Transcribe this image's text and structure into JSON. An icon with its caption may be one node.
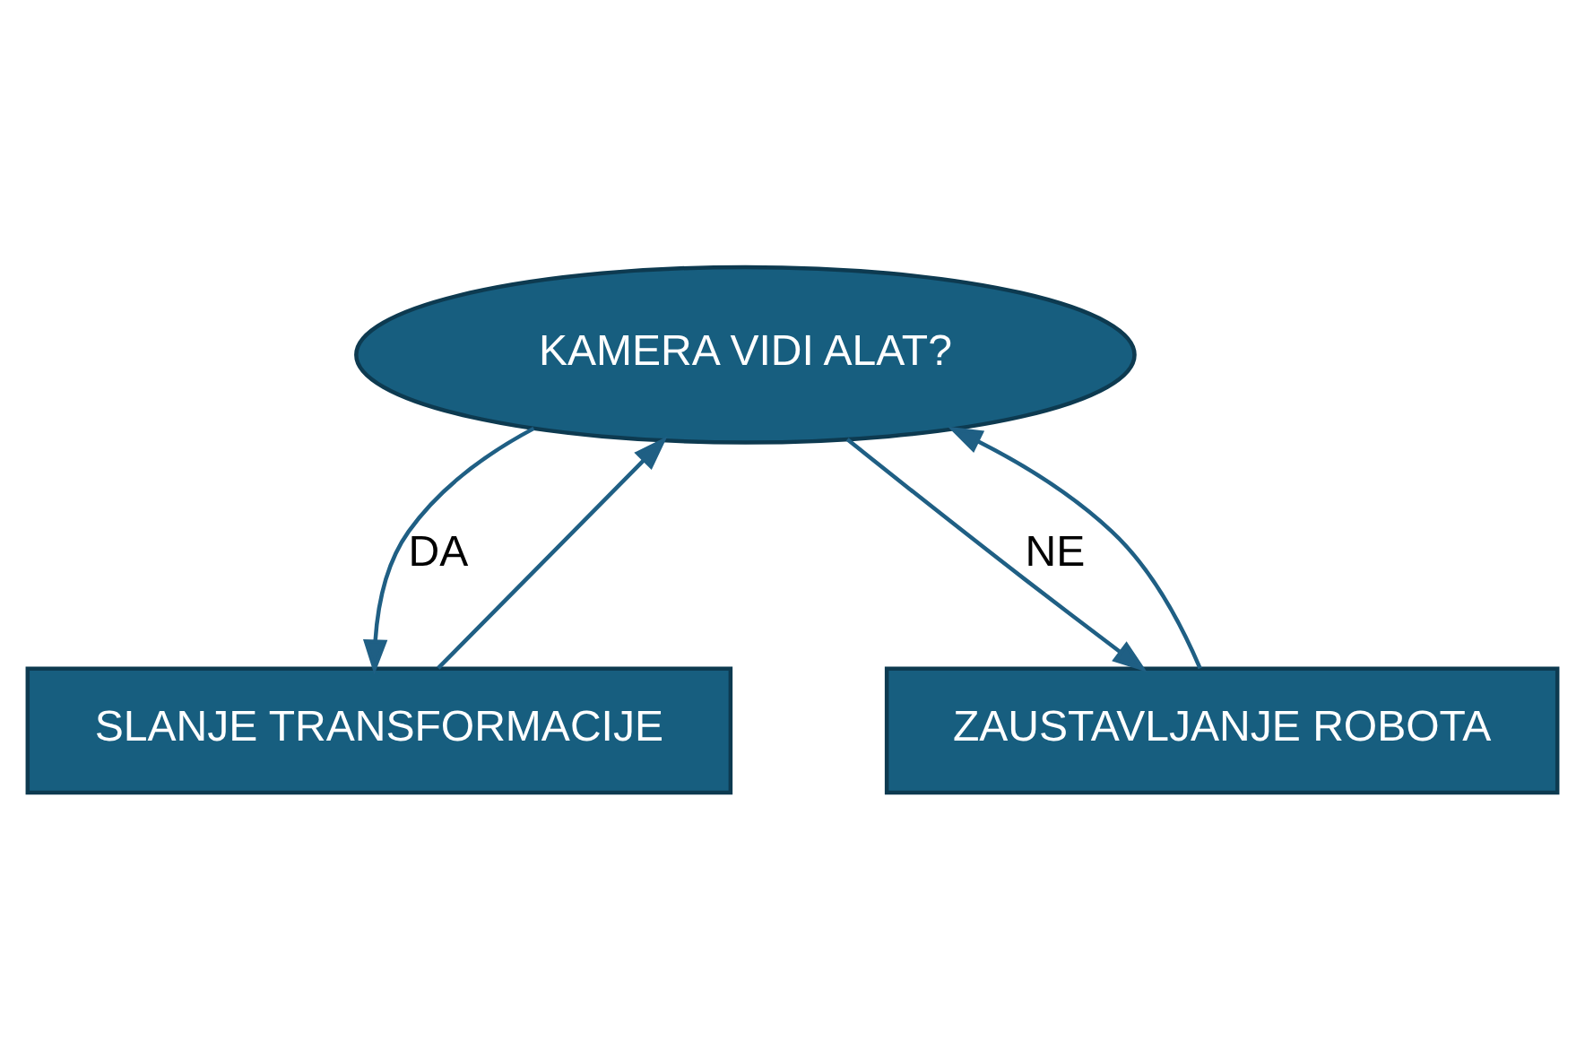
{
  "diagram": {
    "nodes": [
      {
        "text": [
          "KAMERA VIDI ALAT?"
        ]
      },
      {
        "text": [
          "SLANJE TRANSFORMACIJE"
        ]
      },
      {
        "text": [
          "ZAUSTAVLJANJE ROBOTA"
        ]
      }
    ],
    "edges": [
      {
        "from": 0,
        "to": 2,
        "arrow": "to",
        "label": "NE"
      },
      {
        "from": 0,
        "to": 1,
        "arrow": "to",
        "label": "DA"
      },
      {
        "from": 2,
        "to": 0,
        "arrow": "to"
      },
      {
        "from": 1,
        "to": 0,
        "arrow": "to"
      }
    ]
  }
}
